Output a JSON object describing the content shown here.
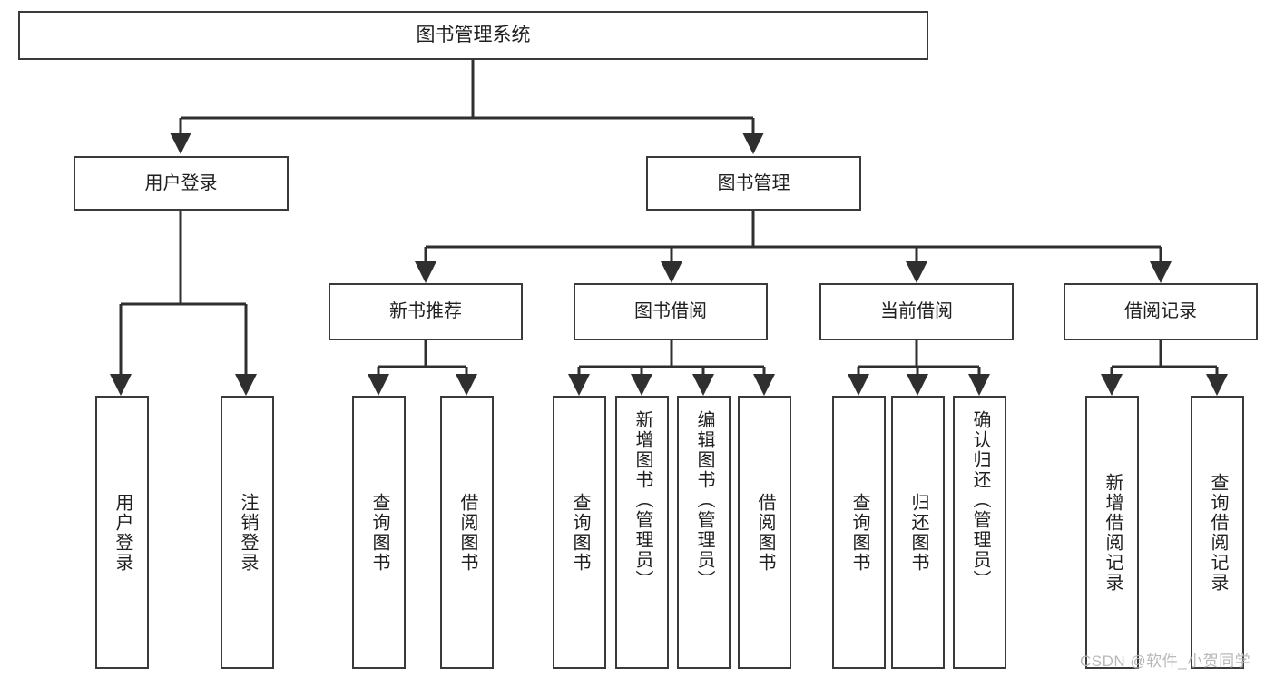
{
  "diagram": {
    "title": "图书管理系统",
    "type": "tree",
    "orientation": "top-down",
    "colors": {
      "box_border": "#3a3a3a",
      "box_fill": "#ffffff",
      "edge": "#2f2f2f",
      "text": "#1f1f1f",
      "watermark": "#b9b9b9"
    },
    "watermark": "CSDN @软件_小贺同学"
  },
  "nodes": {
    "root": {
      "label": "图书管理系统"
    },
    "level1": [
      {
        "id": "user-login",
        "label": "用户登录"
      },
      {
        "id": "book-manage",
        "label": "图书管理"
      }
    ],
    "level2": [
      {
        "id": "new-book-recommend",
        "label": "新书推荐"
      },
      {
        "id": "book-borrow",
        "label": "图书借阅"
      },
      {
        "id": "current-borrow",
        "label": "当前借阅"
      },
      {
        "id": "borrow-record",
        "label": "借阅记录"
      }
    ],
    "leaves": {
      "user_login": [
        {
          "id": "leaf-user-login",
          "label": "用户登录"
        },
        {
          "id": "leaf-logout-login",
          "label": "注销登录"
        }
      ],
      "new_book_recommend": [
        {
          "id": "leaf-query-book-1",
          "label": "查询图书"
        },
        {
          "id": "leaf-borrow-book-1",
          "label": "借阅图书"
        }
      ],
      "book_borrow": [
        {
          "id": "leaf-query-book-2",
          "label": "查询图书"
        },
        {
          "id": "leaf-add-book",
          "label": "新增图书（管理员）"
        },
        {
          "id": "leaf-edit-book",
          "label": "编辑图书（管理员）"
        },
        {
          "id": "leaf-borrow-book-2",
          "label": "借阅图书"
        }
      ],
      "current_borrow": [
        {
          "id": "leaf-query-book-3",
          "label": "查询图书"
        },
        {
          "id": "leaf-return-book",
          "label": "归还图书"
        },
        {
          "id": "leaf-confirm-return",
          "label": "确认归还（管理员）"
        }
      ],
      "borrow_record": [
        {
          "id": "leaf-add-record",
          "label": "新增借阅记录"
        },
        {
          "id": "leaf-query-record",
          "label": "查询借阅记录"
        }
      ]
    }
  }
}
